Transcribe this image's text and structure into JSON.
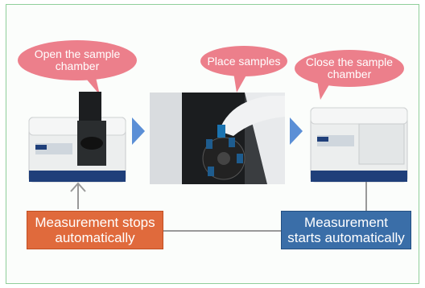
{
  "steps": {
    "open": "Open the sample chamber",
    "place": "Place samples",
    "close": "Close the sample chamber"
  },
  "boxes": {
    "stop": "Measurement stops automatically",
    "start": "Measurement starts automatically"
  },
  "colors": {
    "bubble": "#ec7f8b",
    "stop_box": "#e06a3c",
    "start_box": "#3a6ea8",
    "arrow": "#5b8fd6",
    "frame": "#8fcf9a"
  }
}
